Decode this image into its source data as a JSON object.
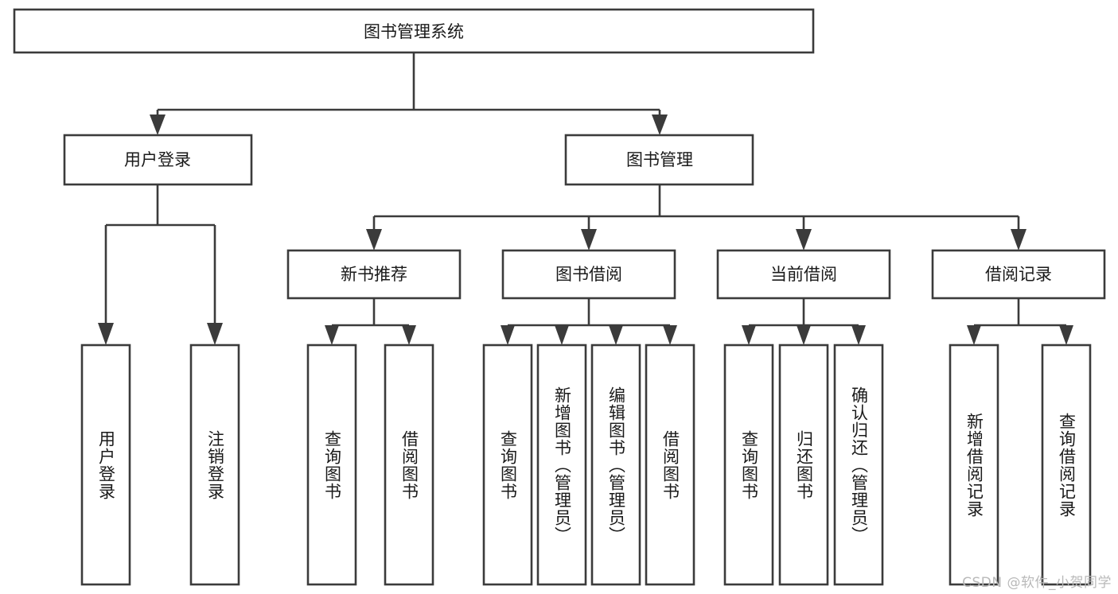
{
  "diagram": {
    "type": "tree-hierarchy",
    "title": "图书管理系统",
    "root": {
      "label": "图书管理系统",
      "orientation": "horizontal"
    },
    "level2": [
      {
        "label": "用户登录",
        "orientation": "horizontal"
      },
      {
        "label": "图书管理",
        "orientation": "horizontal"
      }
    ],
    "level3": [
      {
        "label": "新书推荐",
        "orientation": "horizontal",
        "parent": "图书管理"
      },
      {
        "label": "图书借阅",
        "orientation": "horizontal",
        "parent": "图书管理"
      },
      {
        "label": "当前借阅",
        "orientation": "horizontal",
        "parent": "图书管理"
      },
      {
        "label": "借阅记录",
        "orientation": "horizontal",
        "parent": "图书管理"
      }
    ],
    "leaves": {
      "user_login": [
        {
          "label": "用户登录",
          "orientation": "vertical"
        },
        {
          "label": "注销登录",
          "orientation": "vertical"
        }
      ],
      "new_book_recommend": [
        {
          "label": "查询图书",
          "orientation": "vertical"
        },
        {
          "label": "借阅图书",
          "orientation": "vertical"
        }
      ],
      "book_borrow": [
        {
          "label": "查询图书",
          "orientation": "vertical"
        },
        {
          "label": "新增图书（管理员）",
          "orientation": "vertical"
        },
        {
          "label": "编辑图书（管理员）",
          "orientation": "vertical"
        },
        {
          "label": "借阅图书",
          "orientation": "vertical"
        }
      ],
      "current_borrow": [
        {
          "label": "查询图书",
          "orientation": "vertical"
        },
        {
          "label": "归还图书",
          "orientation": "vertical"
        },
        {
          "label": "确认归还（管理员）",
          "orientation": "vertical"
        }
      ],
      "borrow_record": [
        {
          "label": "新增借阅记录",
          "orientation": "vertical"
        },
        {
          "label": "查询借阅记录",
          "orientation": "vertical"
        }
      ]
    },
    "colors": {
      "stroke": "#3b3b3b",
      "box_fill": "#ffffff",
      "text": "#1a1a1a",
      "background": "#ffffff",
      "watermark": "#b9b9b9"
    }
  },
  "watermark": {
    "text": "CSDN @软件_小贺同学"
  }
}
